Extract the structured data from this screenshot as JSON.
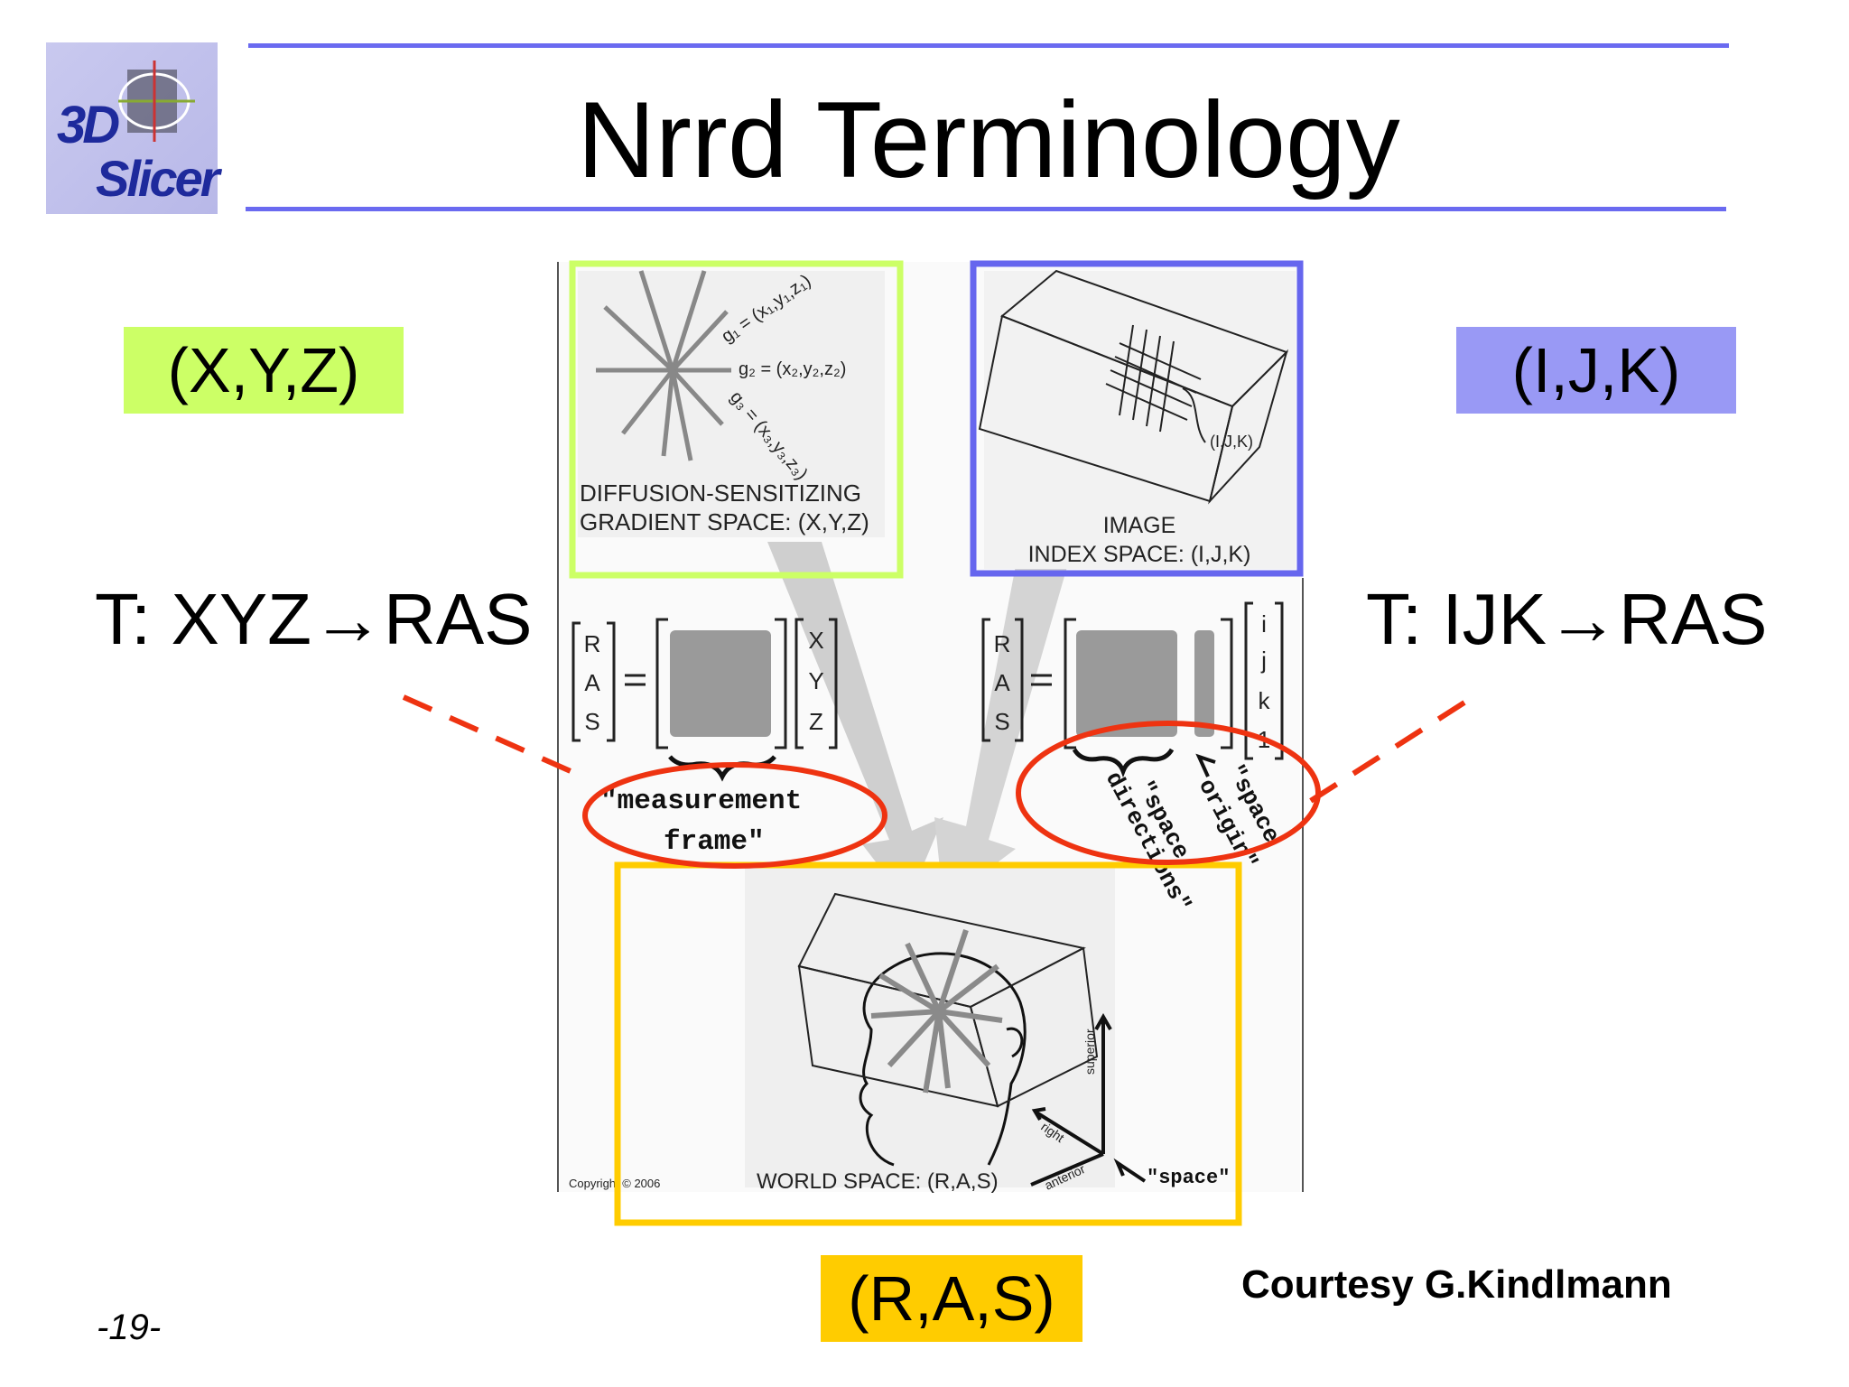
{
  "slide": {
    "title": "Nrrd Terminology",
    "logo_line1": "3D",
    "logo_line2": "Slicer",
    "page_number": "-19-",
    "courtesy": "Courtesy G.Kindlmann"
  },
  "tags": {
    "xyz": "(X,Y,Z)",
    "ijk": "(I,J,K)",
    "ras": "(R,A,S)"
  },
  "transforms": {
    "left": "T: XYZ→RAS",
    "right": "T: IJK→RAS"
  },
  "figure": {
    "gradient_caption_1": "DIFFUSION-SENSITIZING",
    "gradient_caption_2": "GRADIENT SPACE: (X,Y,Z)",
    "g1": "g₁ = (x₁,y₁,z₁)",
    "g2": "g₂ = (x₂,y₂,z₂)",
    "g3": "g₃ = (x₃,y₃,z₃)",
    "index_caption_1": "IMAGE",
    "index_caption_2": "INDEX SPACE: (I,J,K)",
    "ijk_point": "(I,J,K)",
    "world_caption": "WORLD SPACE: (R,A,S)",
    "copyright": "Copyright © 2006",
    "superior": "superior",
    "right": "right",
    "anterior": "anterior",
    "space_label": "\"space\"",
    "measurement_1": "\"measurement",
    "measurement_2": "frame\"",
    "space_directions_1": "\"space",
    "space_directions_2": "directions\"",
    "space_origin_1": "\"space",
    "space_origin_2": "origin\"",
    "R": "R",
    "A": "A",
    "S": "S",
    "X": "X",
    "Y": "Y",
    "Z": "Z",
    "i": "i",
    "j": "j",
    "k": "k",
    "one": "1"
  },
  "colors": {
    "rule": "#6a6af0",
    "xyz_bg": "#ccff66",
    "ijk_bg": "#9999f5",
    "ras_bg": "#ffcc00",
    "green_box": "#ccff66",
    "blue_box": "#6666ee",
    "orange_box": "#ffcc00",
    "red": "#ee3311"
  }
}
